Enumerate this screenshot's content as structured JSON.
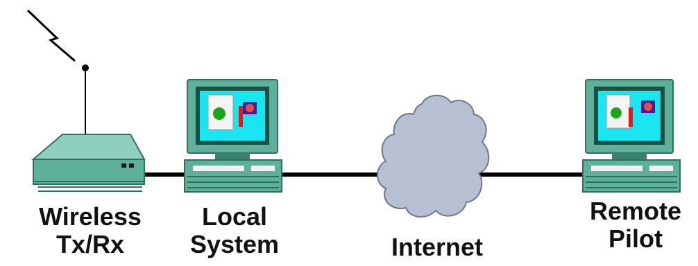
{
  "nodes": [
    {
      "id": "wireless",
      "line1": "Wireless",
      "line2": "Tx/Rx"
    },
    {
      "id": "local",
      "line1": "Local",
      "line2": "System"
    },
    {
      "id": "internet",
      "line1": "Internet"
    },
    {
      "id": "remote",
      "line1": "Remote",
      "line2": "Pilot"
    }
  ],
  "colors": {
    "device_teal": "#5fb09b",
    "device_dark": "#3b7f6d",
    "screen_cyan": "#19e6f0",
    "cloud_fill": "#b7bfd3",
    "cloud_stroke": "#6f7890",
    "line": "#000000"
  },
  "icons": [
    "antenna-icon",
    "radio-signal-icon",
    "monitor-icon",
    "cloud-icon"
  ]
}
